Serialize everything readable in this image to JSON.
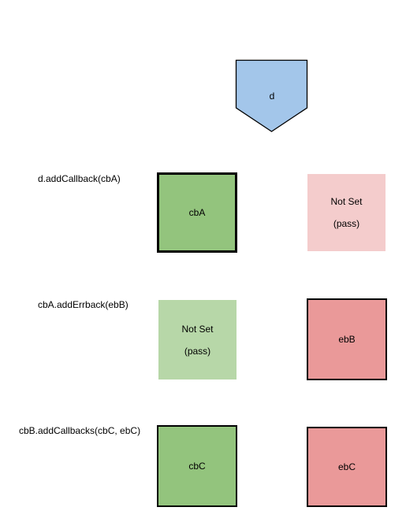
{
  "colors": {
    "deferred_fill": "#a3c6ea",
    "callback_fill": "#93c47d",
    "callback_pass_fill": "#b7d7a8",
    "errback_fill": "#ea9999",
    "errback_pass_fill": "#f4cccc",
    "stroke": "#000000"
  },
  "deferred": {
    "label": "d"
  },
  "rows": [
    {
      "code": "d.addCallback(cbA)",
      "callback": {
        "label": "cbA",
        "style": "set"
      },
      "errback": {
        "line1": "Not Set",
        "line2": "(pass)",
        "style": "pass"
      }
    },
    {
      "code": "cbA.addErrback(ebB)",
      "callback": {
        "line1": "Not Set",
        "line2": "(pass)",
        "style": "pass"
      },
      "errback": {
        "label": "ebB",
        "style": "set"
      }
    },
    {
      "code": "cbB.addCallbacks(cbC, ebC)",
      "callback": {
        "label": "cbC",
        "style": "set"
      },
      "errback": {
        "label": "ebC",
        "style": "set"
      }
    }
  ]
}
